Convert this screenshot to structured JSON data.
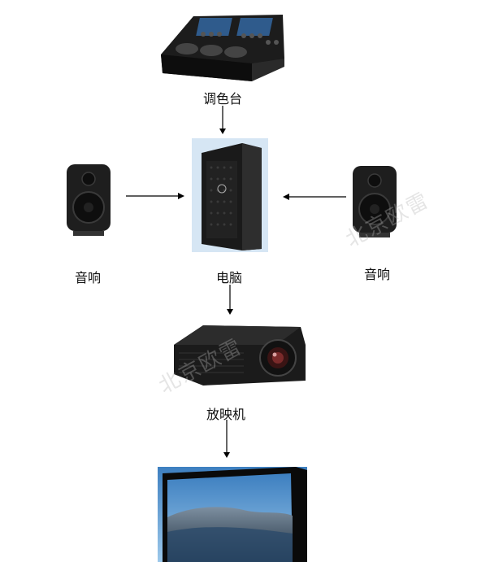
{
  "labels": {
    "console": "调色台",
    "computer": "电脑",
    "speaker_left": "音响",
    "speaker_right": "音响",
    "projector": "放映机"
  },
  "watermark": "北京欧雷",
  "icons": {
    "console": "color-grading-console-icon",
    "computer": "workstation-tower-icon",
    "speaker": "studio-monitor-speaker-icon",
    "projector": "cinema-projector-icon",
    "screen": "display-screen-icon"
  },
  "colors": {
    "arrow": "#000000",
    "device_body": "#1a1a1a",
    "screen_sky": "#6aa6d8"
  }
}
